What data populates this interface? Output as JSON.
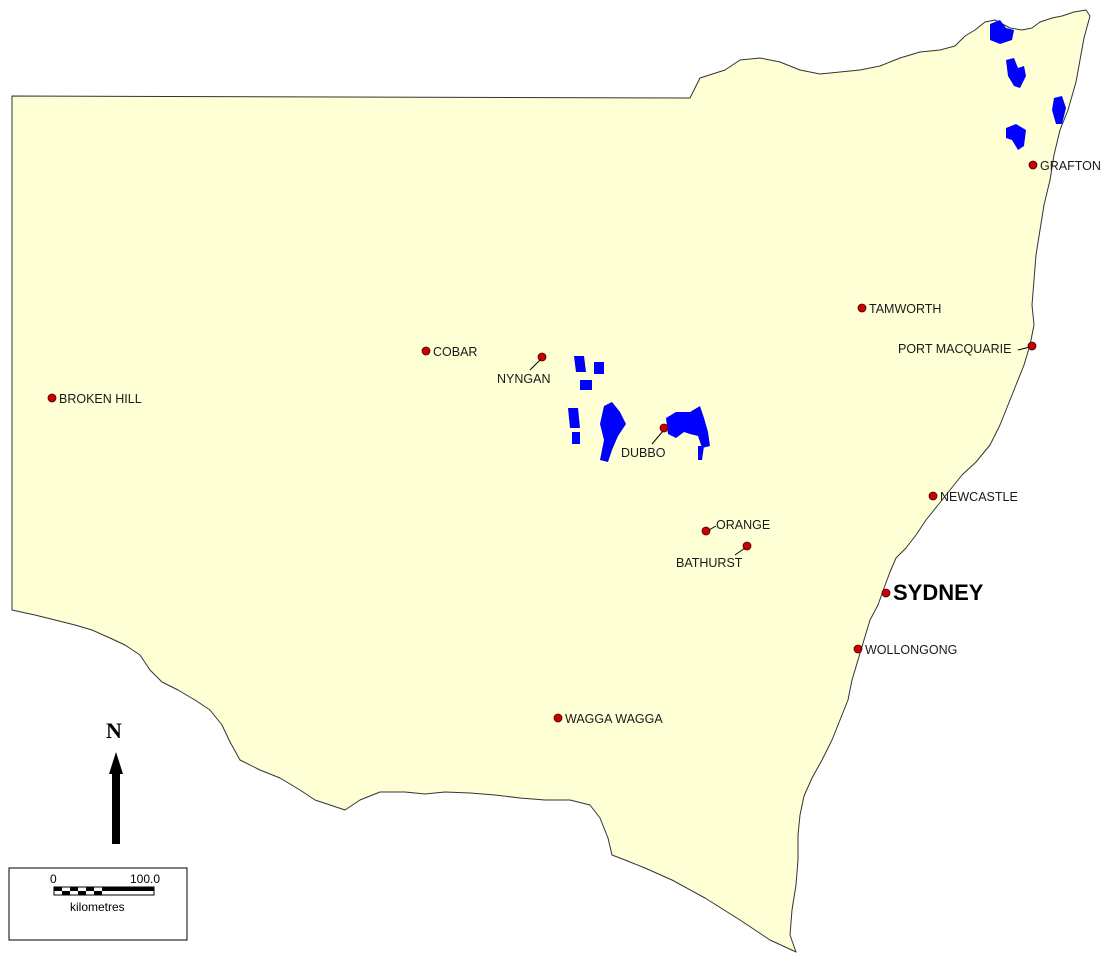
{
  "map": {
    "land_color": "#FFFFD6",
    "outline_color": "#333333",
    "region_color": "#0000FF",
    "town_color": "#CC0000"
  },
  "towns": {
    "grafton": "GRAFTON",
    "tamworth": "TAMWORTH",
    "port_macquarie": "PORT MACQUARIE",
    "cobar": "COBAR",
    "nyngan": "NYNGAN",
    "broken_hill": "BROKEN HILL",
    "dubbo": "DUBBO",
    "newcastle": "NEWCASTLE",
    "orange": "ORANGE",
    "bathurst": "BATHURST",
    "sydney": "SYDNEY",
    "wollongong": "WOLLONGONG",
    "wagga_wagga": "WAGGA WAGGA"
  },
  "north_arrow": {
    "label": "N"
  },
  "scale_bar": {
    "start": "0",
    "end": "100.0",
    "units": "kilometres"
  }
}
